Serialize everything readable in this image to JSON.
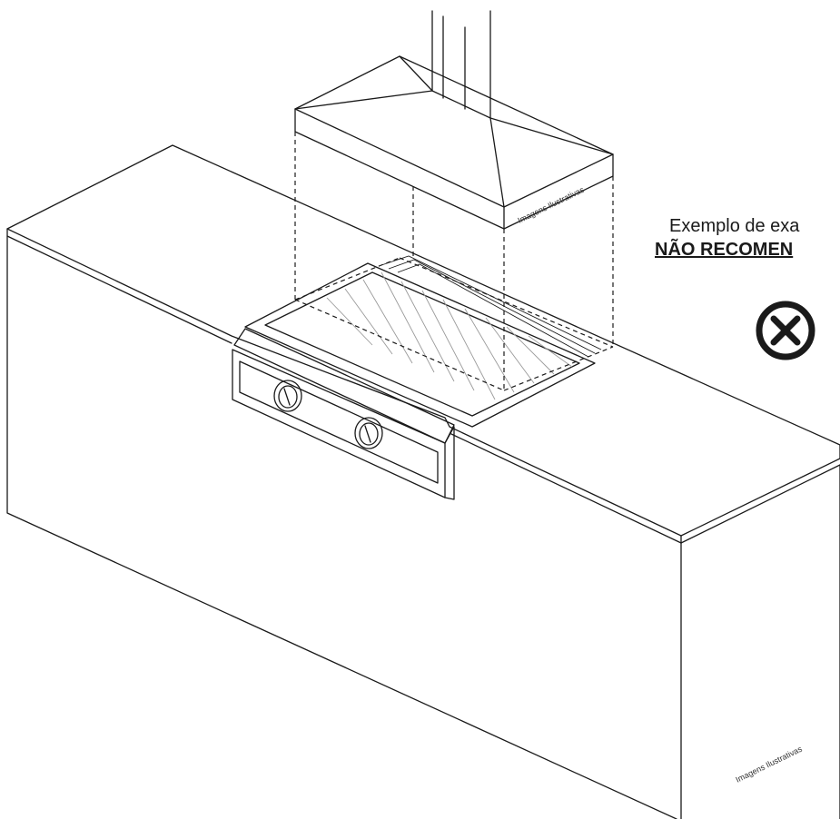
{
  "watermark_top": "Imagens Ilustrativas",
  "watermark_bottom": "Imagens Ilustrativas",
  "caption_line1": "Exemplo de exa",
  "caption_line2": "NÃO RECOMEN",
  "status_icon": "x-circle-icon",
  "colors": {
    "line": "#1a1a1a",
    "hatch": "#9a9a9a",
    "background": "#ffffff"
  }
}
